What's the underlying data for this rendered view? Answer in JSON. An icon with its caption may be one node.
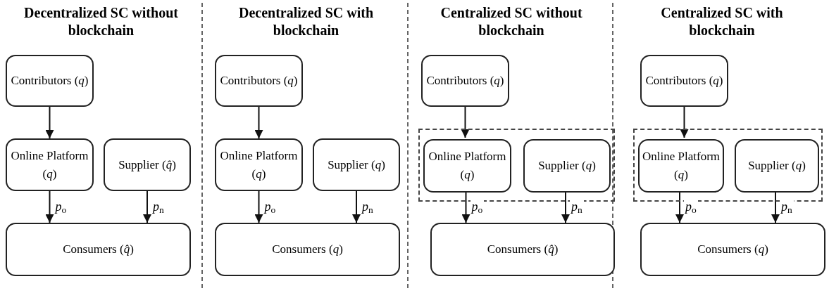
{
  "diagram": {
    "nodes": [
      {
        "text": [
          "Contributors (*q*)"
        ]
      },
      {
        "text": [
          "Online Platform (*q*)"
        ]
      },
      {
        "text": [
          "Supplier (*q̂*)"
        ]
      },
      {
        "text": [
          "Consumers (*q̂*)"
        ]
      },
      {
        "text": [
          "Contributors (*q*)"
        ]
      },
      {
        "text": [
          "Online Platform (*q*)"
        ]
      },
      {
        "text": [
          "Supplier (*q*)"
        ]
      },
      {
        "text": [
          "Consumers (*q*)"
        ]
      },
      {
        "text": [
          "Contributors (*q*)"
        ]
      },
      {
        "text": [],
        "shape": "box"
      },
      {
        "text": [
          "Online Platform (*q*)"
        ],
        "in": 9
      },
      {
        "text": [
          "Supplier (*q*)"
        ],
        "in": 9
      },
      {
        "text": [
          "Consumers (*q̂*)"
        ]
      },
      {
        "text": [
          "Contributors (*q*)"
        ]
      },
      {
        "text": [],
        "shape": "box"
      },
      {
        "text": [
          "Online Platform (*q*)"
        ],
        "in": 14
      },
      {
        "text": [
          "Supplier (*q*)"
        ],
        "in": 14
      },
      {
        "text": [
          "Consumers (*q*)"
        ]
      }
    ],
    "edges": [
      {
        "from": 0,
        "to": 1,
        "arrow": "to"
      },
      {
        "from": 1,
        "to": 3,
        "arrow": "to",
        "label": "*p*$_{o}$"
      },
      {
        "from": 2,
        "to": 3,
        "arrow": "to",
        "label": "*p*$_{n}$"
      },
      {
        "from": 4,
        "to": 5,
        "arrow": "to"
      },
      {
        "from": 5,
        "to": 7,
        "arrow": "to",
        "label": "*p*$_{o}$"
      },
      {
        "from": 6,
        "to": 7,
        "arrow": "to",
        "label": "*p*$_{n}$"
      },
      {
        "from": 8,
        "to": 10,
        "arrow": "to"
      },
      {
        "from": 10,
        "to": 12,
        "arrow": "to",
        "label": "*p*$_{o}$"
      },
      {
        "from": 11,
        "to": 12,
        "arrow": "to",
        "label": "*p*$_{n}$"
      },
      {
        "from": 13,
        "to": 15,
        "arrow": "to"
      },
      {
        "from": 15,
        "to": 17,
        "arrow": "to",
        "label": "*p*$_{o}$"
      },
      {
        "from": 16,
        "to": 17,
        "arrow": "to",
        "label": "*p*$_{n}$"
      }
    ],
    "labels": [
      "Decentralized SC without blockchain",
      "Decentralized SC with blockchain",
      "Centralized SC without blockchain",
      "Centralized SC with blockchain"
    ]
  }
}
